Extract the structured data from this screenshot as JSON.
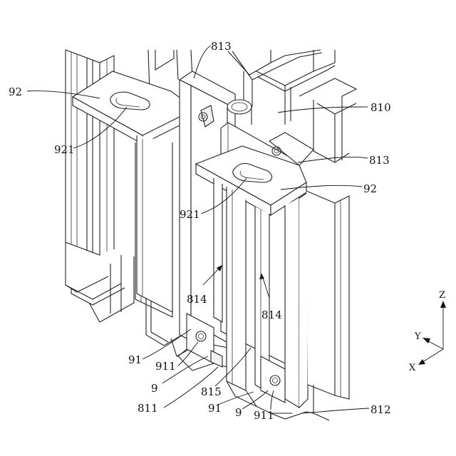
{
  "labels": {
    "l92a": "92",
    "l921a": "921",
    "l813a": "813",
    "l810": "810",
    "l813b": "813",
    "l92b": "92",
    "l921b": "921",
    "l814a": "814",
    "l814b": "814",
    "l91a": "91",
    "l911a": "911",
    "l9a": "9",
    "l811": "811",
    "l815": "815",
    "l91b": "91",
    "l9b": "9",
    "l911b": "911",
    "l812": "812"
  },
  "axes": {
    "z": "Z",
    "y": "Y",
    "x": "X"
  }
}
